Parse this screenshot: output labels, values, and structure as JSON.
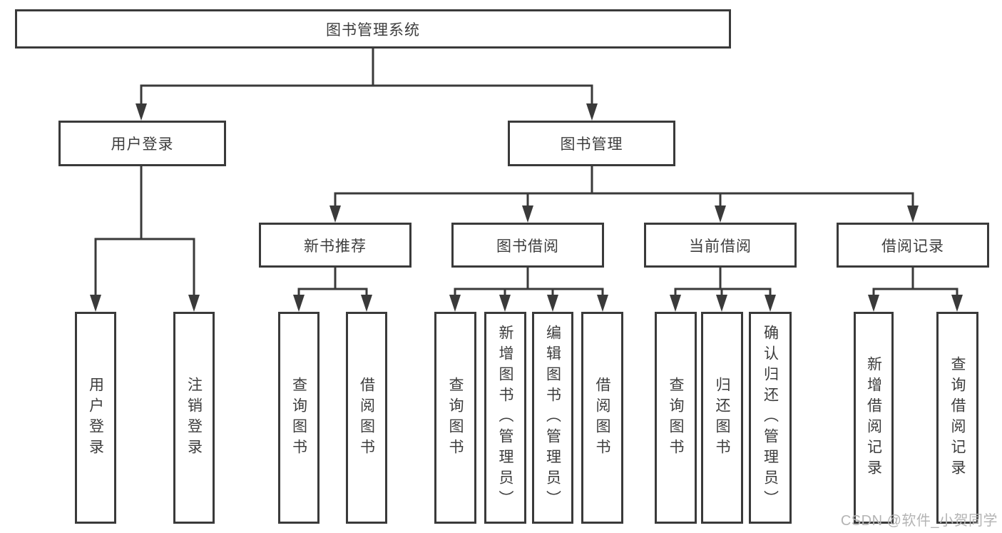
{
  "page": {
    "background": "#ffffff"
  },
  "colors": {
    "line": "#3a3a3a",
    "box_border": "#3a3a3a",
    "text": "#3d3d3d",
    "watermark": "#b4b4b4"
  },
  "watermark": {
    "text": "CSDN @软件_小贺同学"
  },
  "tree": {
    "root": {
      "label": "图书管理系统"
    },
    "children": [
      {
        "label": "用户登录",
        "children": [
          {
            "label": "用户登录"
          },
          {
            "label": "注销登录"
          }
        ]
      },
      {
        "label": "图书管理",
        "children": [
          {
            "label": "新书推荐",
            "children": [
              {
                "label": "查询图书"
              },
              {
                "label": "借阅图书"
              }
            ]
          },
          {
            "label": "图书借阅",
            "children": [
              {
                "label": "查询图书"
              },
              {
                "label": "新增图书（管理员）"
              },
              {
                "label": "编辑图书（管理员）"
              },
              {
                "label": "借阅图书"
              }
            ]
          },
          {
            "label": "当前借阅",
            "children": [
              {
                "label": "查询图书"
              },
              {
                "label": "归还图书"
              },
              {
                "label": "确认归还（管理员）"
              }
            ]
          },
          {
            "label": "借阅记录",
            "children": [
              {
                "label": "新增借阅记录"
              },
              {
                "label": "查询借阅记录"
              }
            ]
          }
        ]
      }
    ]
  }
}
